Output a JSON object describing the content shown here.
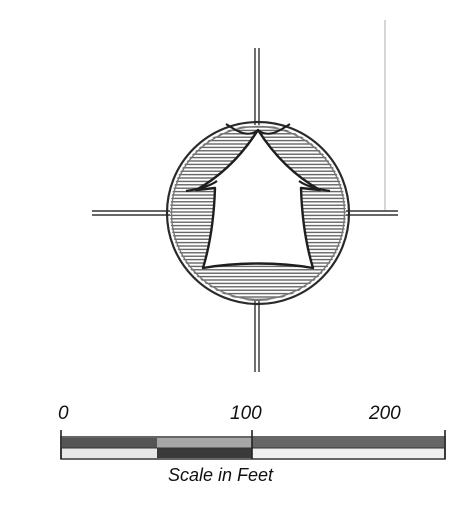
{
  "scale_bar": {
    "tick_labels": [
      "0",
      "100",
      "200"
    ],
    "title": "Scale in Feet",
    "unit": "feet",
    "range_feet": [
      0,
      200
    ]
  },
  "north_arrow": {
    "icon": "north-arrow-icon"
  },
  "colors": {
    "ink": "#2a2a2a",
    "hatch": "#5a5a5a",
    "bar_dark": "#555555",
    "bar_mid": "#9a9a9a",
    "paper": "#ffffff"
  }
}
